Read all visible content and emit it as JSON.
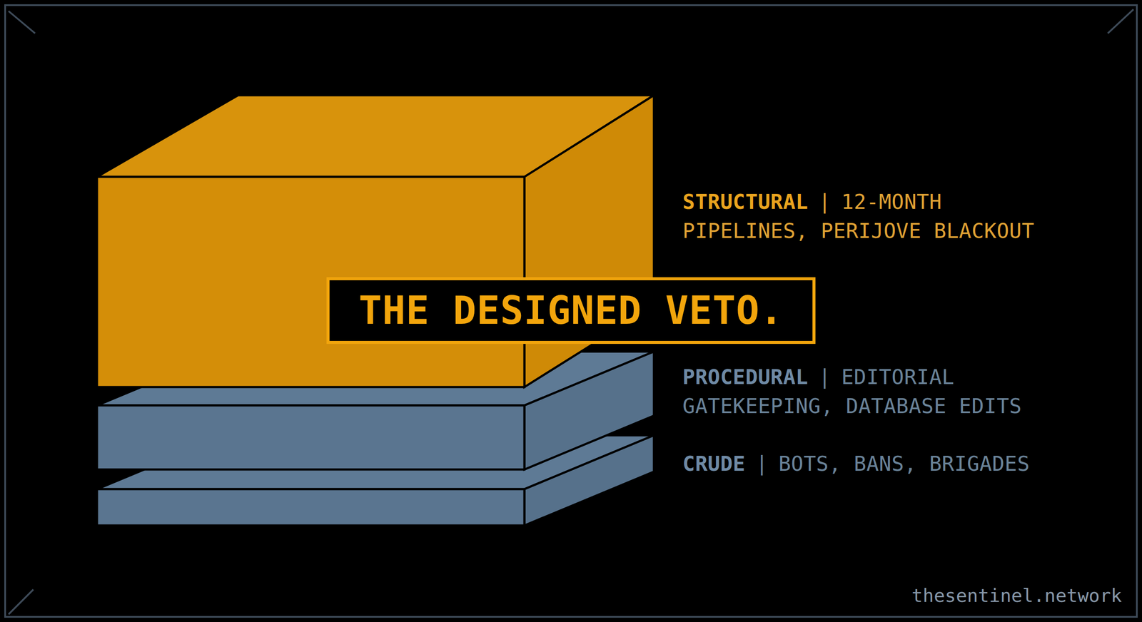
{
  "diagram": {
    "nodes": [
      {
        "text": [
          "STRUCTURAL",
          "|",
          "12-MONTH PIPELINES, PERIJOVE BLACKOUT"
        ]
      },
      {
        "text": [
          "THE DESIGNED VETO."
        ]
      },
      {
        "text": [
          "PROCEDURAL",
          "|",
          "EDITORIAL GATEKEEPING, DATABASE EDITS"
        ]
      },
      {
        "text": [
          "CRUDE",
          "|",
          "BOTS, BANS, BRIGADES"
        ]
      }
    ],
    "labels": [
      "thesentinel.network"
    ]
  }
}
